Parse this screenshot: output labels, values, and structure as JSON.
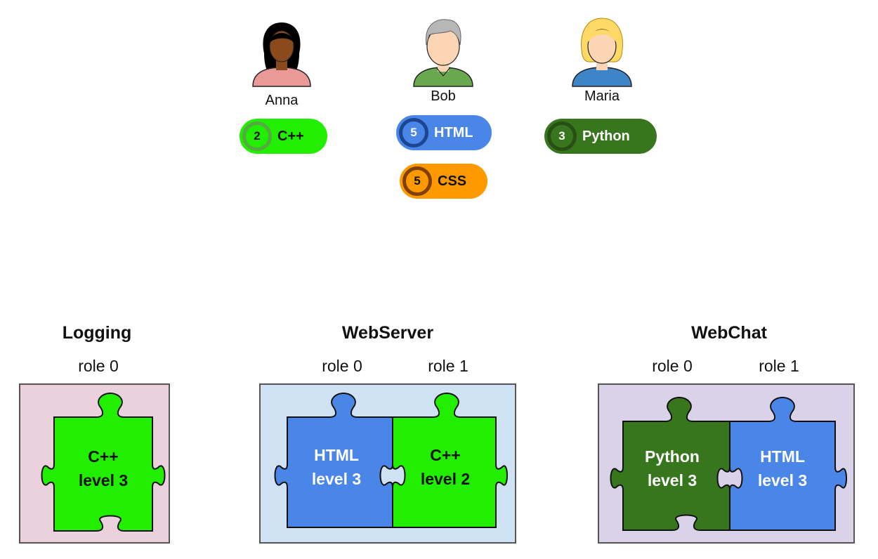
{
  "people": [
    {
      "name": "Anna",
      "skills": [
        {
          "level": "2",
          "skill": "C++",
          "color": "#22ee00",
          "ring": "#55aa44",
          "text": "#111111"
        }
      ]
    },
    {
      "name": "Bob",
      "skills": [
        {
          "level": "5",
          "skill": "HTML",
          "color": "#4a86e8",
          "ring": "#1c4592",
          "text": "#ffffff"
        },
        {
          "level": "5",
          "skill": "CSS",
          "color": "#ff9900",
          "ring": "#7f4000",
          "text": "#111111"
        }
      ]
    },
    {
      "name": "Maria",
      "skills": [
        {
          "level": "3",
          "skill": "Python",
          "color": "#38761d",
          "ring": "#274e13",
          "text": "#ffffff"
        }
      ]
    }
  ],
  "projects": [
    {
      "title": "Logging",
      "bg": "#ead1dc",
      "roles": [
        {
          "label": "role 0",
          "skill": "C++",
          "level": "level 3",
          "color": "#22ee00",
          "text": "#111111"
        }
      ]
    },
    {
      "title": "WebServer",
      "bg": "#cfe2f3",
      "roles": [
        {
          "label": "role 0",
          "skill": "HTML",
          "level": "level 3",
          "color": "#4a86e8",
          "text": "#ffffff"
        },
        {
          "label": "role 1",
          "skill": "C++",
          "level": "level 2",
          "color": "#22ee00",
          "text": "#111111"
        }
      ]
    },
    {
      "title": "WebChat",
      "bg": "#d9d2e9",
      "roles": [
        {
          "label": "role 0",
          "skill": "Python",
          "level": "level 3",
          "color": "#38761d",
          "text": "#ffffff"
        },
        {
          "label": "role 1",
          "skill": "HTML",
          "level": "level 3",
          "color": "#4a86e8",
          "text": "#ffffff"
        }
      ]
    }
  ]
}
